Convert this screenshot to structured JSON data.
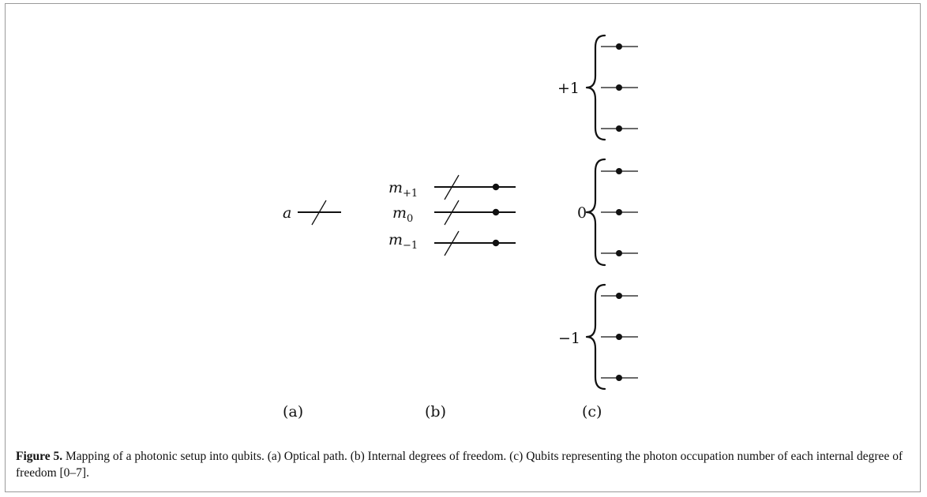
{
  "diagram": {
    "panel_a": {
      "wire_label": "a",
      "panel_label": "(a)"
    },
    "panel_b": {
      "wires": [
        {
          "base": "m",
          "sub": "+1"
        },
        {
          "base": "m",
          "sub": "0"
        },
        {
          "base": "m",
          "sub": "−1"
        }
      ],
      "panel_label": "(b)"
    },
    "panel_c": {
      "groups": [
        {
          "label": "+1",
          "qubits": 3
        },
        {
          "label": "0",
          "qubits": 3
        },
        {
          "label": "−1",
          "qubits": 3
        }
      ],
      "panel_label": "(c)"
    }
  },
  "caption": {
    "figure_label": "Figure 5.",
    "text": "Mapping of a photonic setup into qubits. (a) Optical path. (b) Internal degrees of freedom. (c) Qubits representing the photon occupation number of each internal degree of freedom [0–7]."
  }
}
